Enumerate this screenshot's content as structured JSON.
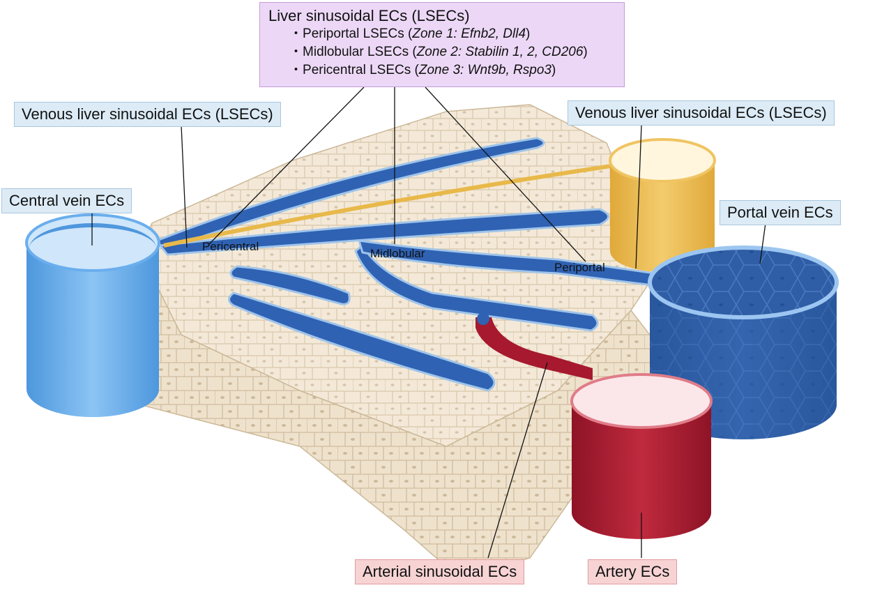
{
  "lsec_box": {
    "title": "Liver sinusoidal ECs (LSECs)",
    "items": [
      {
        "bullet": "・",
        "name": "Periportal LSECs",
        "open": " (",
        "zone": "Zone 1: Efnb2, Dll4",
        "close": ")"
      },
      {
        "bullet": "・",
        "name": "Midlobular LSECs",
        "open": " (",
        "zone": "Zone 2: Stabilin 1, 2, CD206",
        "close": ")"
      },
      {
        "bullet": "・",
        "name": "Pericentral LSECs",
        "open": " (",
        "zone": "Zone 3: Wnt9b, Rspo3",
        "close": ")"
      }
    ]
  },
  "labels": {
    "venous_left": "Venous liver sinusoidal ECs (LSECs)",
    "venous_right": "Venous liver sinusoidal ECs (LSECs)",
    "central_vein": "Central vein ECs",
    "portal_vein": "Portal vein ECs",
    "arterial_sinusoidal": "Arterial sinusoidal  ECs",
    "artery": "Artery ECs"
  },
  "zones": {
    "pericentral": "Pericentral",
    "midlobular": "Midlobular",
    "periportal": "Periportal"
  },
  "colors": {
    "tissue": "#f3e8d6",
    "tissue_line": "#d9c8ad",
    "central_vein": "#5fa8ea",
    "portal_vein": "#2e5fa8",
    "sinusoid": "#2f62b3",
    "bile_duct": "#e8b94a",
    "artery": "#a6192e",
    "blue_label_bg": "#dcebf6",
    "red_label_bg": "#f7d3d4",
    "purple_label_bg": "#ecd8f6"
  }
}
